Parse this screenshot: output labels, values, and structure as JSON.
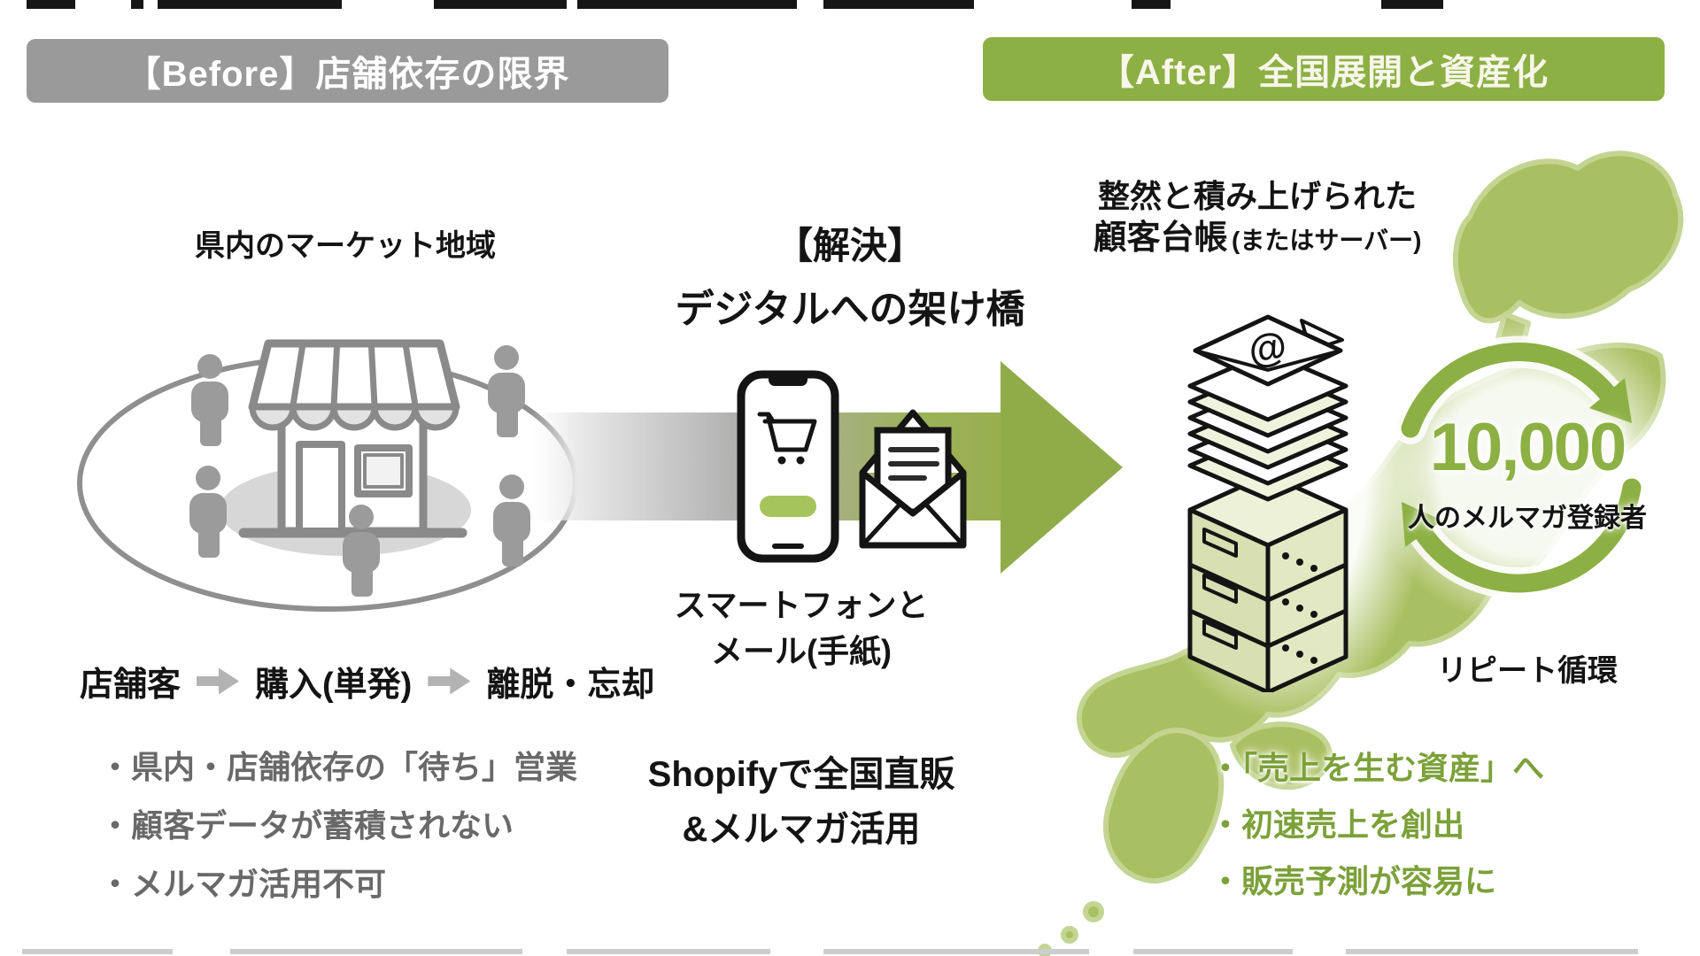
{
  "before": {
    "banner": "【Before】店舗依存の限界",
    "area_label": "県内のマーケット地域",
    "flow": {
      "step1": "店舗客",
      "step2": "購入(単発)",
      "step3": "離脱・忘却"
    },
    "bullets": [
      "・県内・店舗依存の「待ち」営業",
      "・顧客データが蓄積されない",
      "・メルマガ活用不可"
    ]
  },
  "solution": {
    "title_line1": "【解決】",
    "title_line2": "デジタルへの架け橋",
    "caption_line1": "スマートフォンと",
    "caption_line2": "メール(手紙)",
    "footer_line1": "Shopifyで全国直販",
    "footer_line2": "&メルマガ活用"
  },
  "after": {
    "banner": "【After】全国展開と資産化",
    "ledger_line1": "整然と積み上げられた",
    "ledger_line2_main": "顧客台帳",
    "ledger_line2_sub": "(またはサーバー)",
    "at_symbol": "@",
    "counter_value": "10,000",
    "counter_label": "人のメルマガ登録者",
    "cycle_label": "リピート循環",
    "bullets": [
      "・「売上を生む資産」へ",
      "・初速売上を創出",
      "・販売予測が容易に"
    ]
  },
  "colors": {
    "banner_gray": "#9a9a9a",
    "accent_green": "#8cb043",
    "arrow_green": "#8fac49",
    "map_green": "#a6be5c",
    "illustration_gray": "#9b9b9b",
    "bullet_gray": "#696969",
    "bullet_green": "#7ca139",
    "text_black": "#141414"
  },
  "icons": {
    "store": "store-icon",
    "person": "person-icon",
    "cart": "shopping-cart-icon",
    "smartphone": "smartphone-icon",
    "envelope": "open-envelope-icon",
    "server_stack": "server-stack-icon",
    "email_at": "email-at-icon",
    "japan_map": "japan-map",
    "cycle": "cycle-arrows-icon"
  }
}
